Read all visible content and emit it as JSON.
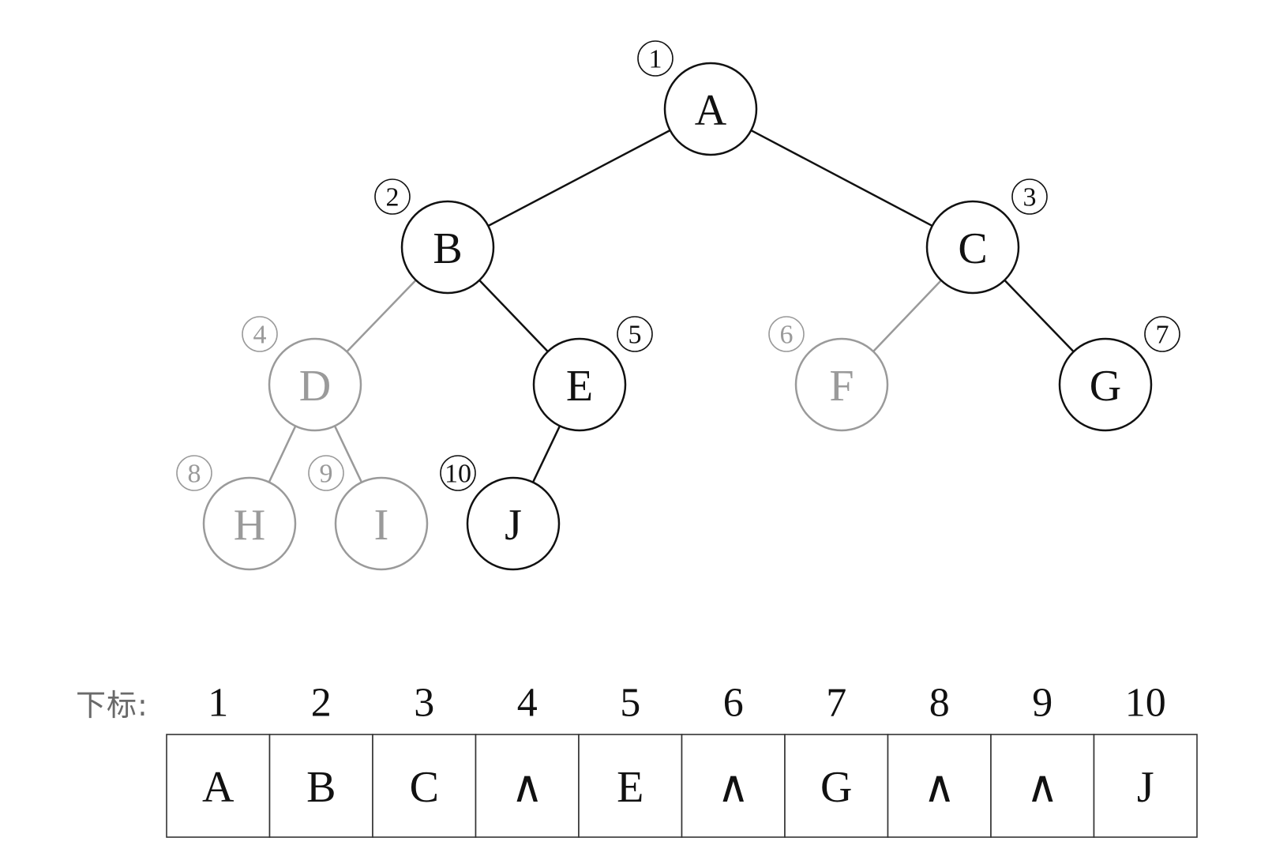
{
  "tree": {
    "nodes": [
      {
        "id": "A",
        "letter": "A",
        "index": "1",
        "present": true
      },
      {
        "id": "B",
        "letter": "B",
        "index": "2",
        "present": true
      },
      {
        "id": "C",
        "letter": "C",
        "index": "3",
        "present": true
      },
      {
        "id": "D",
        "letter": "D",
        "index": "4",
        "present": false
      },
      {
        "id": "E",
        "letter": "E",
        "index": "5",
        "present": true
      },
      {
        "id": "F",
        "letter": "F",
        "index": "6",
        "present": false
      },
      {
        "id": "G",
        "letter": "G",
        "index": "7",
        "present": true
      },
      {
        "id": "H",
        "letter": "H",
        "index": "8",
        "present": false
      },
      {
        "id": "I",
        "letter": "I",
        "index": "9",
        "present": false
      },
      {
        "id": "J",
        "letter": "J",
        "index": "10",
        "present": true
      }
    ],
    "edges": [
      {
        "from": "A",
        "to": "B",
        "present": true
      },
      {
        "from": "A",
        "to": "C",
        "present": true
      },
      {
        "from": "B",
        "to": "D",
        "present": false
      },
      {
        "from": "B",
        "to": "E",
        "present": true
      },
      {
        "from": "C",
        "to": "F",
        "present": false
      },
      {
        "from": "C",
        "to": "G",
        "present": true
      },
      {
        "from": "D",
        "to": "H",
        "present": false
      },
      {
        "from": "D",
        "to": "I",
        "present": false
      },
      {
        "from": "E",
        "to": "J",
        "present": true
      }
    ]
  },
  "array": {
    "label": "下标:",
    "indices": [
      "1",
      "2",
      "3",
      "4",
      "5",
      "6",
      "7",
      "8",
      "9",
      "10"
    ],
    "values": [
      "A",
      "B",
      "C",
      "∧",
      "E",
      "∧",
      "G",
      "∧",
      "∧",
      "J"
    ]
  },
  "colors": {
    "present": "#111111",
    "absent": "#9a9a9a"
  }
}
